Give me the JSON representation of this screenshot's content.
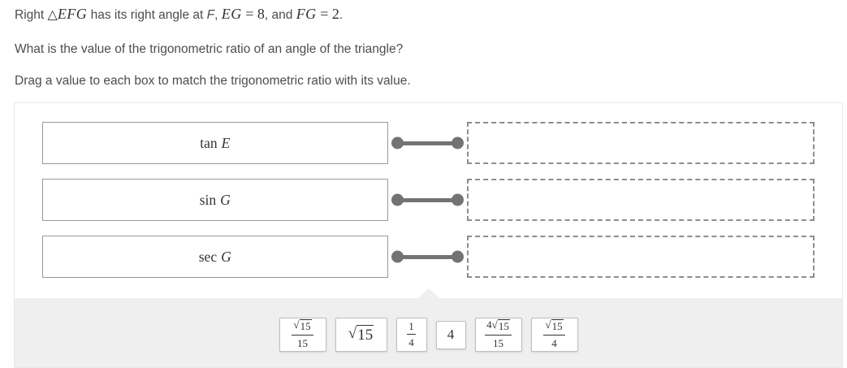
{
  "prompt": {
    "line1": [
      {
        "t": "Right "
      },
      {
        "t": "△"
      },
      {
        "t": "EFG"
      },
      {
        "t": " has its right angle at "
      },
      {
        "t": "F"
      },
      {
        "t": ", "
      },
      {
        "t": "EG"
      },
      {
        "t": " = "
      },
      {
        "t": "8"
      },
      {
        "t": ", and "
      },
      {
        "t": "FG"
      },
      {
        "t": " = "
      },
      {
        "t": "2"
      },
      {
        "t": "."
      }
    ],
    "line2": "What is the value of the trigonometric ratio of an angle of the triangle?",
    "line3": "Drag a value to each box to match the trigonometric ratio with its value."
  },
  "rows": [
    {
      "func": "tan",
      "variable": "E"
    },
    {
      "func": "sin",
      "variable": "G"
    },
    {
      "func": "sec",
      "variable": "G"
    }
  ],
  "tray": {
    "chips": [
      {
        "type": "fraction-sqrt",
        "rad": "√",
        "num_sqrt": "15",
        "den": "15"
      },
      {
        "type": "sqrt",
        "rad": "√",
        "value": "15"
      },
      {
        "type": "fraction",
        "num": "1",
        "den": "4"
      },
      {
        "type": "plain",
        "value": "4"
      },
      {
        "type": "fraction-coef-sqrt",
        "num_coef": "4",
        "rad": "√",
        "num_sqrt": "15",
        "den": "15"
      },
      {
        "type": "fraction-sqrt",
        "rad": "√",
        "num_sqrt": "15",
        "den": "4"
      }
    ]
  },
  "colors": {
    "text": "#4d4d4d",
    "math_text": "#333333",
    "tray_bg": "#efefef",
    "connector": "#737373",
    "label_box_border": "#9a9a9a",
    "drop_box_border": "#8e8e8e",
    "panel_border": "#e9e9e9",
    "chip_border": "#bfbfbf"
  }
}
